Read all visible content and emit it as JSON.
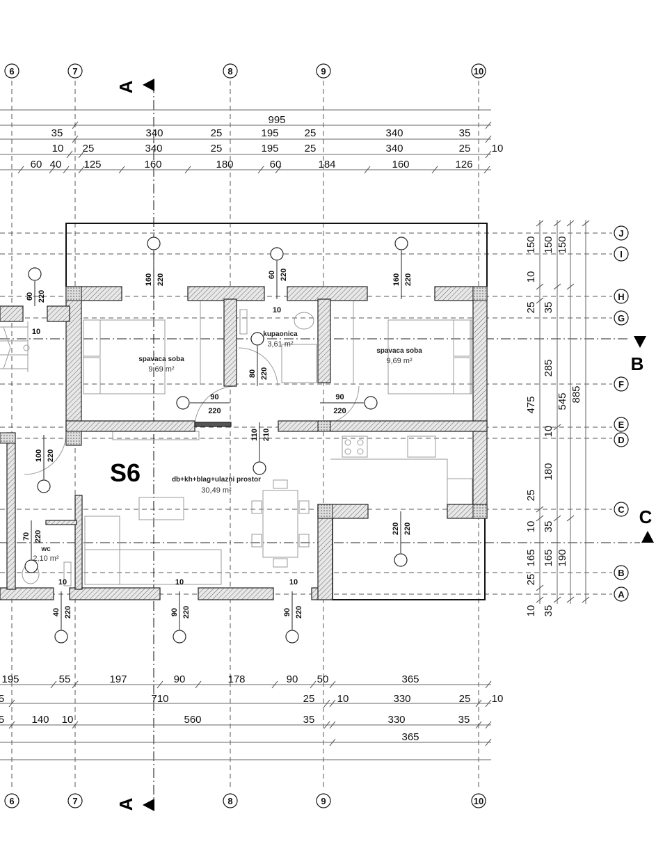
{
  "grid": {
    "columns": [
      "6",
      "7",
      "8",
      "9",
      "10"
    ],
    "rows": [
      "J",
      "I",
      "H",
      "G",
      "F",
      "E",
      "D",
      "C",
      "B",
      "A"
    ]
  },
  "sections": {
    "a": "A",
    "b": "B",
    "c": "C"
  },
  "unit_label": "S6",
  "rooms": [
    {
      "name": "spavaca soba",
      "area": "9,69 m²"
    },
    {
      "name": "kupaonica",
      "area": "3,61 m²"
    },
    {
      "name": "spavaca soba",
      "area": "9,69 m²"
    },
    {
      "name": "db+kh+blag+ulazni prostor",
      "area": "30,49 m²"
    },
    {
      "name": "wc",
      "area": "2,10 m²"
    }
  ],
  "dimensions": {
    "top": [
      [
        "995"
      ],
      [
        "35",
        "340",
        "25",
        "195",
        "25",
        "340",
        "35"
      ],
      [
        "10",
        "25",
        "340",
        "25",
        "195",
        "25",
        "340",
        "25",
        "10"
      ],
      [
        "60",
        "40",
        "125",
        "160",
        "180",
        "60",
        "184",
        "160",
        "126"
      ]
    ],
    "bottom": [
      [
        "195",
        "55",
        "197",
        "90",
        "178",
        "90",
        "50",
        "365"
      ],
      [
        "5",
        "710",
        "25",
        "10",
        "330",
        "25",
        "10"
      ],
      [
        "5",
        "140",
        "10",
        "560",
        "35",
        "330",
        "35"
      ],
      [
        "365"
      ]
    ],
    "right": [
      [
        "150",
        "10",
        "25",
        "475",
        "25",
        "10",
        "165",
        "25",
        "10"
      ],
      [
        "150",
        "35",
        "285",
        "10",
        "180",
        "35",
        "165",
        "35"
      ],
      [
        "150",
        "545",
        "190"
      ],
      [
        "885"
      ]
    ]
  },
  "openings": [
    {
      "width": "60",
      "height": "220"
    },
    {
      "width": "160",
      "height": "220"
    },
    {
      "width": "60",
      "height": "220"
    },
    {
      "width": "160",
      "height": "220"
    },
    {
      "width": "80",
      "height": "220"
    },
    {
      "width": "90",
      "height": "220"
    },
    {
      "width": "90",
      "height": "220"
    },
    {
      "width": "110",
      "height": "210"
    },
    {
      "width": "100",
      "height": "220"
    },
    {
      "width": "70",
      "height": "220"
    },
    {
      "width": "40",
      "height": "220"
    },
    {
      "width": "90",
      "height": "220"
    },
    {
      "width": "90",
      "height": "220"
    },
    {
      "width": "220",
      "height": "220"
    }
  ],
  "sill_labels": [
    "10",
    "10",
    "10",
    "10",
    "10"
  ]
}
